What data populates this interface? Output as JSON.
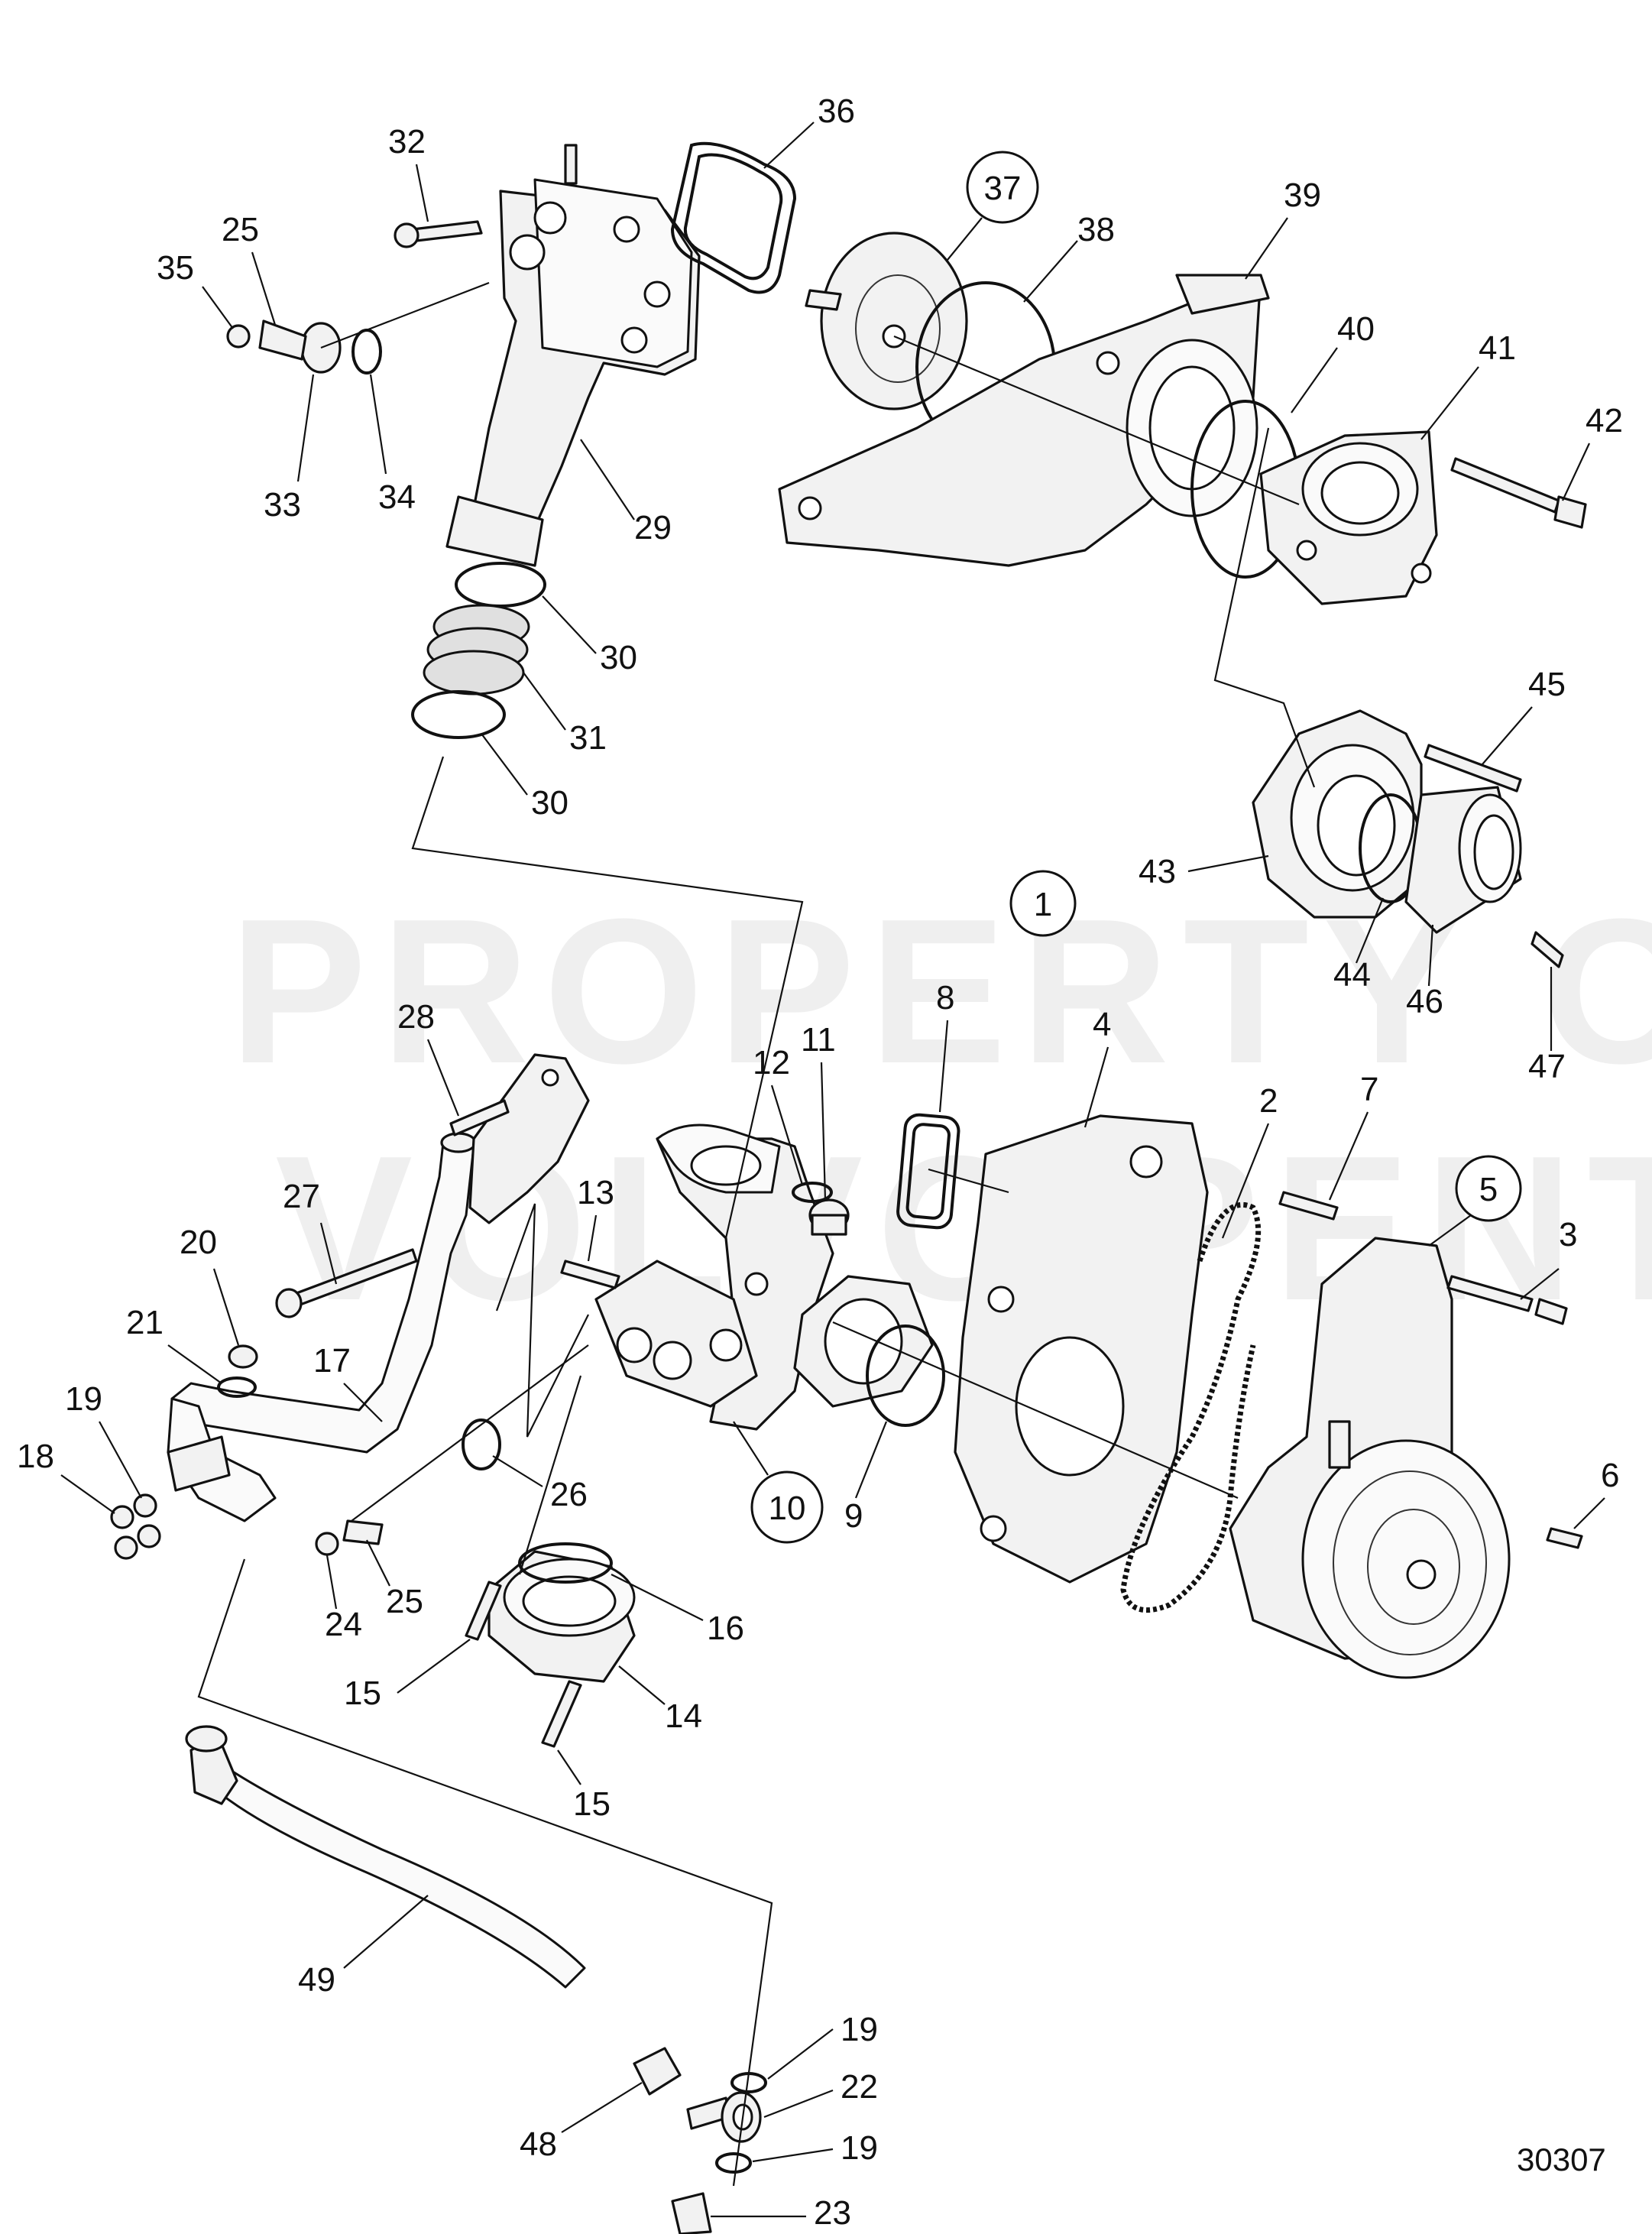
{
  "watermark": {
    "line1": "PROPERTY OF",
    "line2": "VOLVO PENTA"
  },
  "drawing_number": "30307",
  "circled_refs": [
    "1",
    "5",
    "10",
    "37"
  ],
  "callouts": [
    "2",
    "3",
    "4",
    "6",
    "7",
    "8",
    "9",
    "11",
    "12",
    "13",
    "14",
    "15",
    "15",
    "16",
    "17",
    "18",
    "19",
    "19",
    "19",
    "20",
    "21",
    "22",
    "23",
    "24",
    "25",
    "25",
    "26",
    "27",
    "28",
    "29",
    "30",
    "30",
    "31",
    "32",
    "33",
    "34",
    "35",
    "36",
    "38",
    "39",
    "40",
    "41",
    "42",
    "43",
    "44",
    "45",
    "46",
    "47",
    "48",
    "49"
  ]
}
